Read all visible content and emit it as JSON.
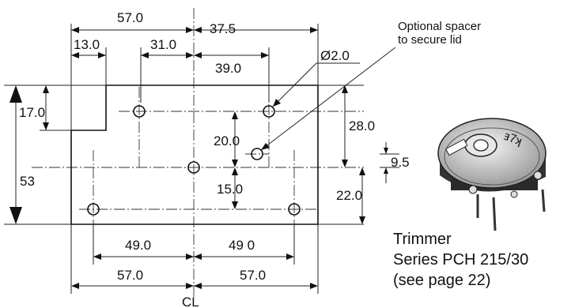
{
  "drawing": {
    "dimensions": {
      "top_overall": "57.0",
      "top_right": "37.5",
      "left_step": "13.0",
      "hole_offset": "31.0",
      "right_hole": "39.0",
      "diameter": "Ø2.0",
      "step_height": "17.0",
      "height_overall": "53",
      "upper_right": "28.0",
      "spacer_up": "20.0",
      "spacer_offset": "9.5",
      "lower_left": "15.0",
      "lower_right": "22.0",
      "bottom_left_inner": "49.0",
      "bottom_right_inner": "49 0",
      "bottom_left_outer": "57.0",
      "bottom_right_outer": "57.0",
      "centerline": "CL"
    },
    "note": {
      "line1": "Optional spacer",
      "line2": "to secure lid"
    }
  },
  "component": {
    "marking": "ⱻ7ʞ",
    "caption_line1": "Trimmer",
    "caption_line2": "Series PCH 215/30",
    "caption_line3": "(see page 22)"
  }
}
